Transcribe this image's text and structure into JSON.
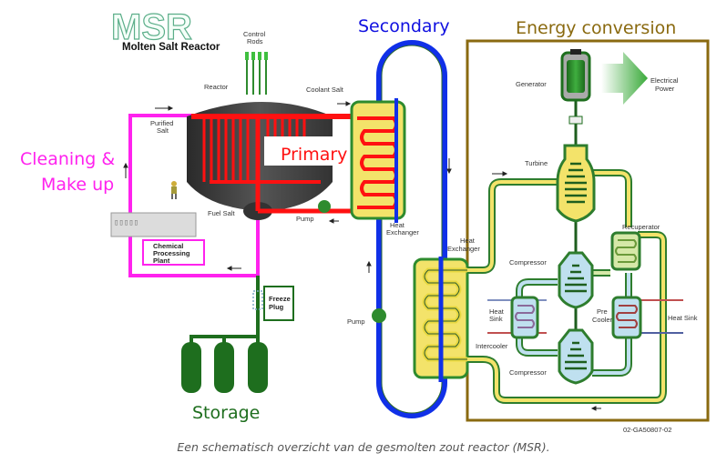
{
  "logo": {
    "title": "MSR",
    "subtitle": "Molten Salt Reactor"
  },
  "sections": {
    "cleaning": {
      "line1": "Cleaning &",
      "line2": "Make up",
      "color": "#ff22ee"
    },
    "primary": {
      "label": "Primary",
      "color": "#ff1111"
    },
    "secondary": {
      "label": "Secondary",
      "color": "#1010e0"
    },
    "energy": {
      "label": "Energy conversion",
      "color": "#8a6a10"
    },
    "storage": {
      "label": "Storage",
      "color": "#1e6e1e"
    }
  },
  "components": {
    "control_rods": [
      "Control",
      "Rods"
    ],
    "reactor": "Reactor",
    "coolant_salt": "Coolant Salt",
    "purified_salt": [
      "Purified",
      "Salt"
    ],
    "fuel_salt": "Fuel Salt",
    "pump_primary": "Pump",
    "heat_exchanger_primary": [
      "Heat",
      "Exchanger"
    ],
    "chemical_plant": [
      "Chemical",
      "Processing",
      "Plant"
    ],
    "freeze_plug": [
      "Freeze",
      "Plug"
    ],
    "pump_secondary": "Pump",
    "heat_exchanger_secondary": [
      "Heat",
      "Exchanger"
    ],
    "generator": "Generator",
    "electrical_power": [
      "Electrical",
      "Power"
    ],
    "turbine": "Turbine",
    "recuperator": "Recuperator",
    "compressor_top": "Compressor",
    "compressor_bottom": "Compressor",
    "heat_sink_left": [
      "Heat",
      "Sink"
    ],
    "heat_sink_right": "Heat Sink",
    "pre_cooler": [
      "Pre",
      "Cooler"
    ],
    "intercooler": "Intercooler",
    "figure_id": "02-GA50807-02"
  },
  "caption": "Een schematisch overzicht van de gesmolten zout reactor (MSR)."
}
